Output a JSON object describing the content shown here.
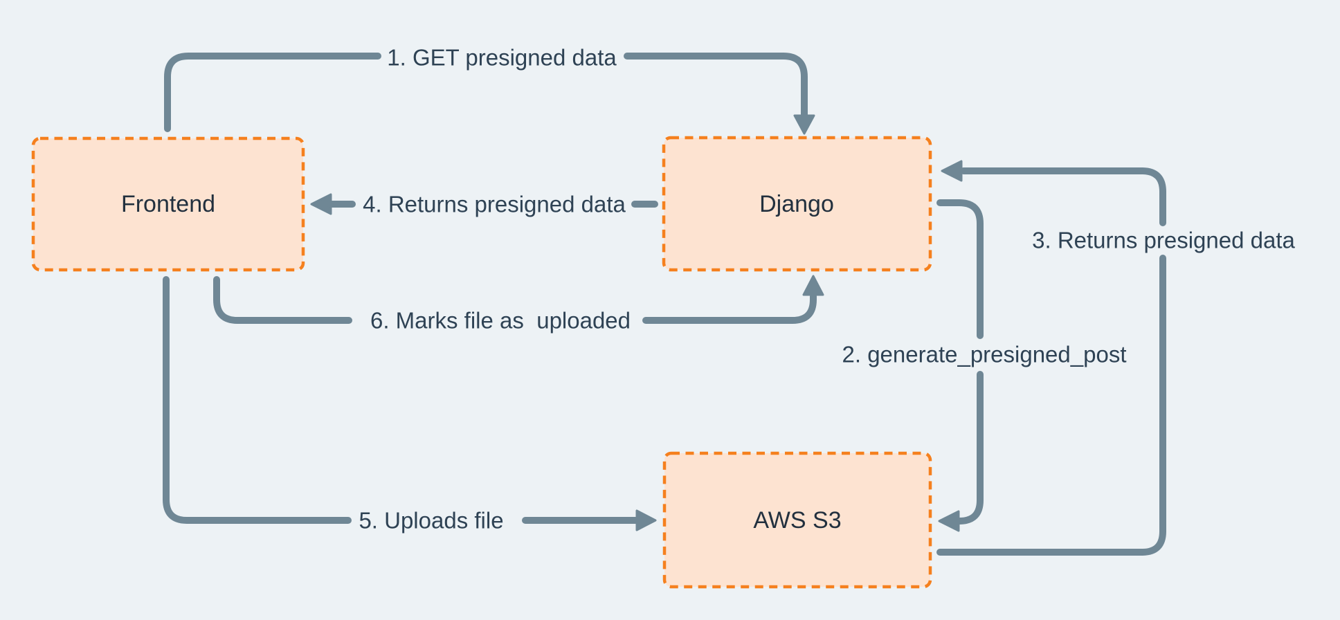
{
  "diagram": {
    "nodes": [
      {
        "id": "frontend",
        "label": "Frontend"
      },
      {
        "id": "django",
        "label": "Django"
      },
      {
        "id": "aws_s3",
        "label": "AWS S3"
      }
    ],
    "edges": [
      {
        "step": "1",
        "label": "1. GET presigned data",
        "from": "Frontend",
        "to": "Django"
      },
      {
        "step": "2",
        "label": "2. generate_presigned_post",
        "from": "Django",
        "to": "AWS S3"
      },
      {
        "step": "3",
        "label": "3. Returns presigned data",
        "from": "AWS S3",
        "to": "Django"
      },
      {
        "step": "4",
        "label": "4. Returns presigned data",
        "from": "Django",
        "to": "Frontend"
      },
      {
        "step": "5",
        "label": "5. Uploads file",
        "from": "Frontend",
        "to": "AWS S3"
      },
      {
        "step": "6",
        "label": "6. Marks file as  uploaded",
        "from": "Frontend",
        "to": "Django"
      }
    ],
    "colors": {
      "background": "#edf2f5",
      "node_fill": "#fde3d1",
      "node_border": "#f5801e",
      "connector": "#6f8795",
      "node_text": "#22303e",
      "label_text": "#2e4254"
    }
  }
}
